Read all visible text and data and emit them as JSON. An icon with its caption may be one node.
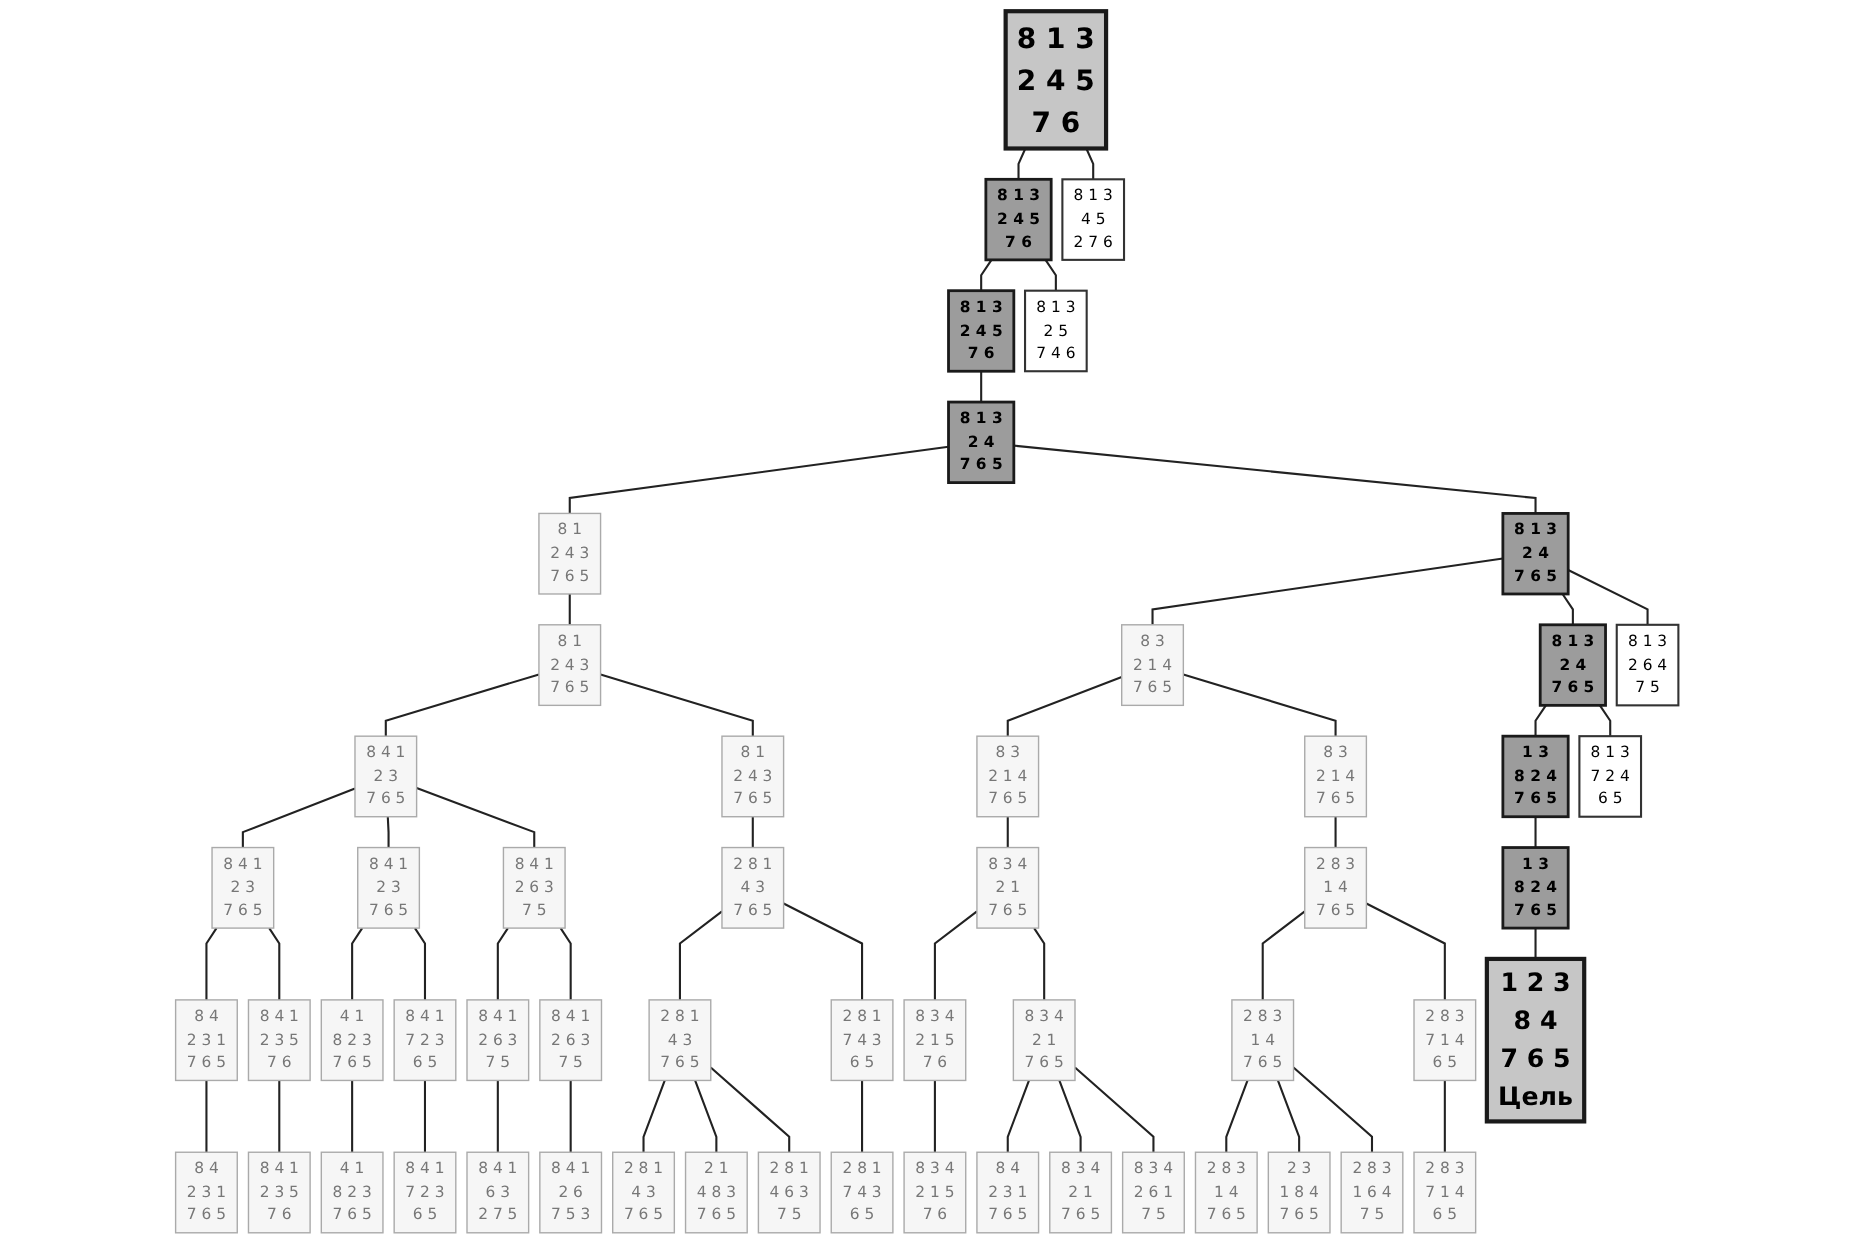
{
  "diagram": {
    "nodes": [
      {
        "text": [
          "8 1 3",
          "2 4 5",
          "7 6"
        ]
      },
      {
        "text": [
          "8 1 3",
          "2 4 5",
          "7 6"
        ]
      },
      {
        "text": [
          "8 1 3",
          "4 5",
          "2 7 6"
        ]
      },
      {
        "text": [
          "8 1 3",
          "2 4 5",
          "7 6"
        ]
      },
      {
        "text": [
          "8 1 3",
          "2 5",
          "7 4 6"
        ]
      },
      {
        "text": [
          "8 1 3",
          "2 4",
          "7 6 5"
        ]
      },
      {
        "text": [
          "8 1",
          "2 4 3",
          "7 6 5"
        ]
      },
      {
        "text": [
          "8 1 3",
          "2 4",
          "7 6 5"
        ]
      },
      {
        "text": [
          "8 1",
          "2 4 3",
          "7 6 5"
        ]
      },
      {
        "text": [
          "8 3",
          "2 1 4",
          "7 6 5"
        ]
      },
      {
        "text": [
          "8 1 3",
          "2 4",
          "7 6 5"
        ]
      },
      {
        "text": [
          "8 1 3",
          "2 6 4",
          "7 5"
        ]
      },
      {
        "text": [
          "8 4 1",
          "2 3",
          "7 6 5"
        ]
      },
      {
        "text": [
          "8 1",
          "2 4 3",
          "7 6 5"
        ]
      },
      {
        "text": [
          "8 3",
          "2 1 4",
          "7 6 5"
        ]
      },
      {
        "text": [
          "8 3",
          "2 1 4",
          "7 6 5"
        ]
      },
      {
        "text": [
          "1 3",
          "8 2 4",
          "7 6 5"
        ]
      },
      {
        "text": [
          "8 1 3",
          "7 2 4",
          "6 5"
        ]
      },
      {
        "text": [
          "8 4 1",
          "2 3",
          "7 6 5"
        ]
      },
      {
        "text": [
          "8 4 1",
          "2 3",
          "7 6 5"
        ]
      },
      {
        "text": [
          "8 4 1",
          "2 6 3",
          "7 5"
        ]
      },
      {
        "text": [
          "2 8 1",
          "4 3",
          "7 6 5"
        ]
      },
      {
        "text": [
          "8 3 4",
          "2 1",
          "7 6 5"
        ]
      },
      {
        "text": [
          "2 8 3",
          "1 4",
          "7 6 5"
        ]
      },
      {
        "text": [
          "1 3",
          "8 2 4",
          "7 6 5"
        ]
      },
      {
        "text": [
          "8 4",
          "2 3 1",
          "7 6 5"
        ]
      },
      {
        "text": [
          "8 4 1",
          "2 3 5",
          "7 6"
        ]
      },
      {
        "text": [
          "4 1",
          "8 2 3",
          "7 6 5"
        ]
      },
      {
        "text": [
          "8 4 1",
          "7 2 3",
          "6 5"
        ]
      },
      {
        "text": [
          "8 4 1",
          "2 6 3",
          "7 5"
        ]
      },
      {
        "text": [
          "8 4 1",
          "2 6 3",
          "7 5"
        ]
      },
      {
        "text": [
          "2 8 1",
          "4 3",
          "7 6 5"
        ]
      },
      {
        "text": [
          "2 8 1",
          "7 4 3",
          "6 5"
        ]
      },
      {
        "text": [
          "8 3 4",
          "2 1 5",
          "7 6"
        ]
      },
      {
        "text": [
          "8 3 4",
          "2 1",
          "7 6 5"
        ]
      },
      {
        "text": [
          "2 8 3",
          "1 4",
          "7 6 5"
        ]
      },
      {
        "text": [
          "2 8 3",
          "7 1 4",
          "6 5"
        ]
      },
      {
        "text": [
          "1 2 3",
          "8 4",
          "7 6 5",
          "Цель"
        ]
      },
      {
        "text": [
          "8 4",
          "2 3 1",
          "7 6 5"
        ]
      },
      {
        "text": [
          "8 4 1",
          "2 3 5",
          "7 6"
        ]
      },
      {
        "text": [
          "4 1",
          "8 2 3",
          "7 6 5"
        ]
      },
      {
        "text": [
          "8 4 1",
          "7 2 3",
          "6 5"
        ]
      },
      {
        "text": [
          "8 4 1",
          "6 3",
          "2 7 5"
        ]
      },
      {
        "text": [
          "8 4 1",
          "2 6",
          "7 5 3"
        ]
      },
      {
        "text": [
          "2 8 1",
          "4 3",
          "7 6 5"
        ]
      },
      {
        "text": [
          "2 1",
          "4 8 3",
          "7 6 5"
        ]
      },
      {
        "text": [
          "2 8 1",
          "4 6 3",
          "7 5"
        ]
      },
      {
        "text": [
          "2 8 1",
          "7 4 3",
          "6 5"
        ]
      },
      {
        "text": [
          "8 3 4",
          "2 1 5",
          "7 6"
        ]
      },
      {
        "text": [
          "8 4",
          "2 3 1",
          "7 6 5"
        ]
      },
      {
        "text": [
          "8 3 4",
          "2 1",
          "7 6 5"
        ]
      },
      {
        "text": [
          "8 3 4",
          "2 6 1",
          "7 5"
        ]
      },
      {
        "text": [
          "2 8 3",
          "1 4",
          "7 6 5"
        ]
      },
      {
        "text": [
          "2 3",
          "1 8 4",
          "7 6 5"
        ]
      },
      {
        "text": [
          "2 8 3",
          "1 6 4",
          "7 5"
        ]
      },
      {
        "text": [
          "2 8 3",
          "7 1 4",
          "6 5"
        ]
      }
    ],
    "edges": [
      {
        "from": 0,
        "to": 1,
        "arrow": "none"
      },
      {
        "from": 0,
        "to": 2,
        "arrow": "none"
      },
      {
        "from": 1,
        "to": 3,
        "arrow": "none"
      },
      {
        "from": 1,
        "to": 4,
        "arrow": "none"
      },
      {
        "from": 3,
        "to": 5,
        "arrow": "none"
      },
      {
        "from": 5,
        "to": 6,
        "arrow": "none"
      },
      {
        "from": 5,
        "to": 7,
        "arrow": "none"
      },
      {
        "from": 6,
        "to": 8,
        "arrow": "none"
      },
      {
        "from": 7,
        "to": 9,
        "arrow": "none"
      },
      {
        "from": 7,
        "to": 10,
        "arrow": "none"
      },
      {
        "from": 7,
        "to": 11,
        "arrow": "none"
      },
      {
        "from": 8,
        "to": 12,
        "arrow": "none"
      },
      {
        "from": 8,
        "to": 13,
        "arrow": "none"
      },
      {
        "from": 9,
        "to": 14,
        "arrow": "none"
      },
      {
        "from": 9,
        "to": 15,
        "arrow": "none"
      },
      {
        "from": 10,
        "to": 16,
        "arrow": "none"
      },
      {
        "from": 10,
        "to": 17,
        "arrow": "none"
      },
      {
        "from": 12,
        "to": 18,
        "arrow": "none"
      },
      {
        "from": 12,
        "to": 19,
        "arrow": "none"
      },
      {
        "from": 12,
        "to": 20,
        "arrow": "none"
      },
      {
        "from": 13,
        "to": 21,
        "arrow": "none"
      },
      {
        "from": 14,
        "to": 22,
        "arrow": "none"
      },
      {
        "from": 15,
        "to": 23,
        "arrow": "none"
      },
      {
        "from": 16,
        "to": 24,
        "arrow": "none"
      },
      {
        "from": 18,
        "to": 25,
        "arrow": "none"
      },
      {
        "from": 18,
        "to": 26,
        "arrow": "none"
      },
      {
        "from": 19,
        "to": 27,
        "arrow": "none"
      },
      {
        "from": 19,
        "to": 28,
        "arrow": "none"
      },
      {
        "from": 20,
        "to": 29,
        "arrow": "none"
      },
      {
        "from": 20,
        "to": 30,
        "arrow": "none"
      },
      {
        "from": 21,
        "to": 31,
        "arrow": "none"
      },
      {
        "from": 21,
        "to": 32,
        "arrow": "none"
      },
      {
        "from": 22,
        "to": 33,
        "arrow": "none"
      },
      {
        "from": 22,
        "to": 34,
        "arrow": "none"
      },
      {
        "from": 23,
        "to": 35,
        "arrow": "none"
      },
      {
        "from": 23,
        "to": 36,
        "arrow": "none"
      },
      {
        "from": 24,
        "to": 37,
        "arrow": "none"
      },
      {
        "from": 25,
        "to": 38,
        "arrow": "none"
      },
      {
        "from": 26,
        "to": 39,
        "arrow": "none"
      },
      {
        "from": 27,
        "to": 40,
        "arrow": "none"
      },
      {
        "from": 28,
        "to": 41,
        "arrow": "none"
      },
      {
        "from": 29,
        "to": 42,
        "arrow": "none"
      },
      {
        "from": 30,
        "to": 43,
        "arrow": "none"
      },
      {
        "from": 31,
        "to": 44,
        "arrow": "none"
      },
      {
        "from": 31,
        "to": 45,
        "arrow": "none"
      },
      {
        "from": 31,
        "to": 46,
        "arrow": "none"
      },
      {
        "from": 32,
        "to": 47,
        "arrow": "none"
      },
      {
        "from": 33,
        "to": 48,
        "arrow": "none"
      },
      {
        "from": 34,
        "to": 49,
        "arrow": "none"
      },
      {
        "from": 34,
        "to": 50,
        "arrow": "none"
      },
      {
        "from": 34,
        "to": 51,
        "arrow": "none"
      },
      {
        "from": 35,
        "to": 52,
        "arrow": "none"
      },
      {
        "from": 35,
        "to": 53,
        "arrow": "none"
      },
      {
        "from": 35,
        "to": 54,
        "arrow": "none"
      },
      {
        "from": 36,
        "to": 55,
        "arrow": "none"
      }
    ]
  }
}
